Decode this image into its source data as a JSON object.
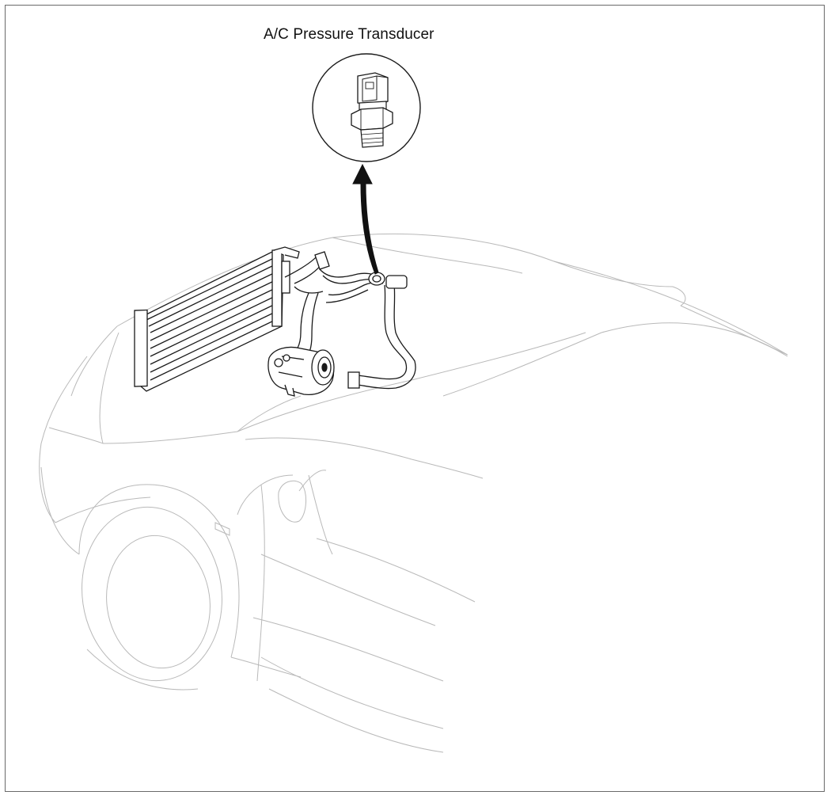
{
  "diagram": {
    "callout_label": "A/C Pressure Transducer",
    "icons": [
      "car-outline",
      "condenser-radiator",
      "ac-compressor",
      "refrigerant-lines",
      "pressure-transducer-sensor",
      "callout-arrow"
    ]
  },
  "colors": {
    "frame": "#6a6a6a",
    "car_outline": "#b9b9b9",
    "parts": "#1a1a1a"
  }
}
